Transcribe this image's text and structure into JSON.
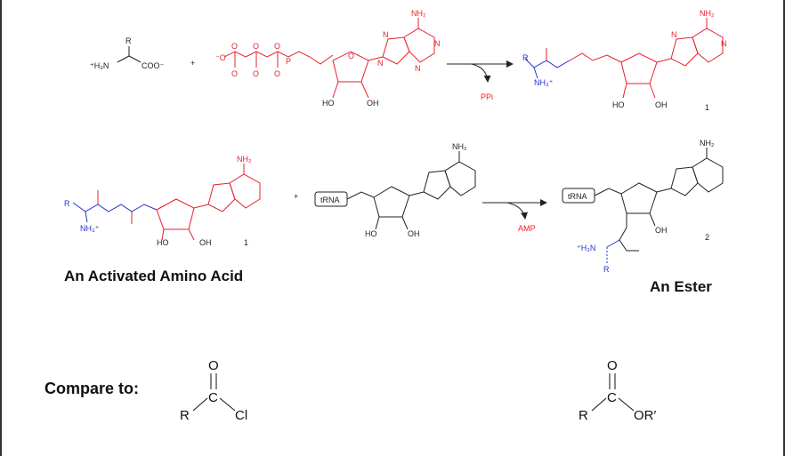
{
  "reaction1": {
    "amino_acid": {
      "r": "R",
      "amine": "⁺H₃N",
      "carboxylate": "COO⁻"
    },
    "plus": "+",
    "atp": {
      "nh2": "NH₂",
      "n": "N",
      "o": "O",
      "p": "P",
      "o_minus": "⁻O",
      "ho": "HO",
      "oh": "OH"
    },
    "byproduct": "PPi",
    "product": {
      "r": "R",
      "nh3": "NH₃⁺",
      "nh2": "NH₂",
      "n": "N",
      "ho": "HO",
      "oh": "OH",
      "number": "1"
    }
  },
  "reaction2": {
    "reactant": {
      "r": "R",
      "nh3": "NH₃⁺",
      "nh2": "NH₂",
      "ho": "HO",
      "oh": "OH",
      "number": "1"
    },
    "plus": "+",
    "trna": {
      "label": "tRNA",
      "nh2": "NH₂",
      "ho": "HO",
      "oh": "OH"
    },
    "byproduct": "AMP",
    "product": {
      "label": "tRNA",
      "nh2": "NH₂",
      "oh": "OH",
      "amine": "⁺H₃N",
      "r": "R",
      "number": "2"
    }
  },
  "captions": {
    "activated": "An Activated Amino Acid",
    "ester": "An Ester"
  },
  "compare": {
    "label": "Compare to:",
    "acyl_chloride": {
      "o": "O",
      "c": "C",
      "r": "R",
      "cl": "Cl"
    },
    "ester": {
      "o": "O",
      "c": "C",
      "r": "R",
      "or": "OR′"
    }
  },
  "colors": {
    "highlight": "#e8202a",
    "amine": "#2233cc",
    "text": "#222222"
  }
}
